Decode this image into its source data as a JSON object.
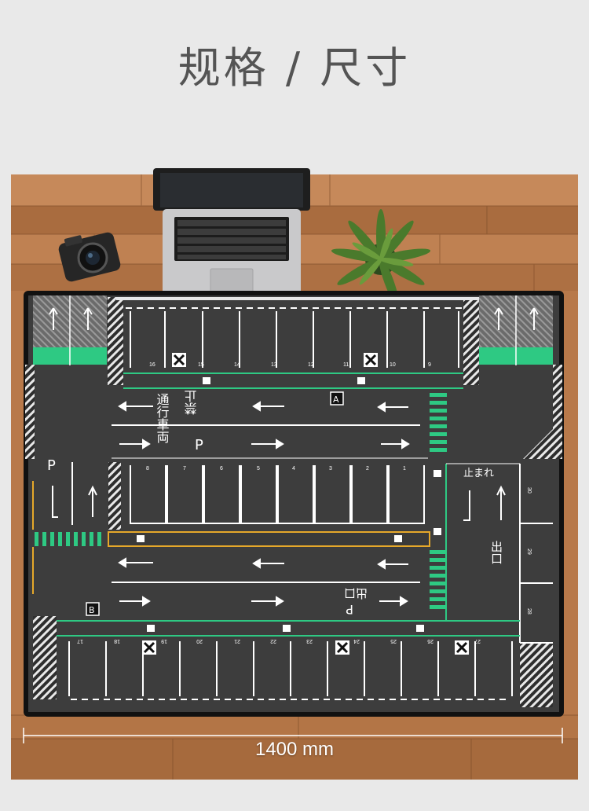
{
  "page": {
    "title": "规格 / 尺寸",
    "dimension_label": "1400 mm"
  },
  "mat": {
    "top_row": [
      "16",
      "15",
      "14",
      "13",
      "12",
      "11",
      "10",
      "9"
    ],
    "middle_row": [
      "8",
      "7",
      "6",
      "5",
      "4",
      "3",
      "2",
      "1"
    ],
    "bottom_row": [
      "17",
      "18",
      "19",
      "20",
      "21",
      "22",
      "23",
      "24",
      "25",
      "26",
      "27"
    ],
    "right_column": [
      "30",
      "29",
      "28"
    ],
    "zone_a": "A",
    "zone_b": "B",
    "parking_letter": "P",
    "stop_text": "止まれ",
    "exit_text": "出口",
    "vertical_text_1": "禁止",
    "vertical_text_2": "通行車両"
  },
  "colors": {
    "wood": "#b8794a",
    "asphalt": "#3d3d3d",
    "green": "#2ec983",
    "yellow": "#e6a82a",
    "frame": "#111111"
  }
}
